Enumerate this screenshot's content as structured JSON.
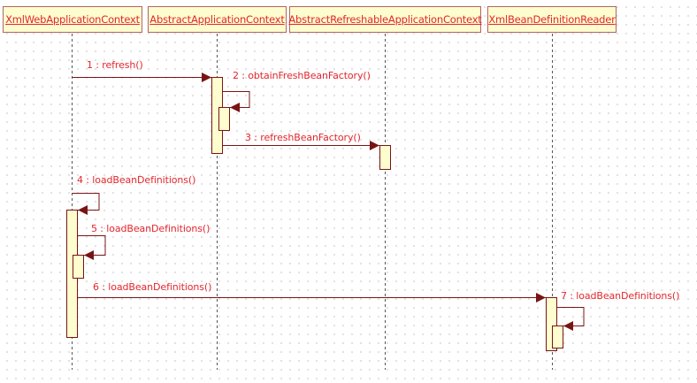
{
  "colors": {
    "label_text": "#e3262c",
    "participant_fill": "#fefdcf",
    "participant_border": "#b26565",
    "arrow": "#7a1414",
    "activation_fill": "#fefdcf",
    "lifeline": "#555555"
  },
  "participants": [
    {
      "name": "XmlWebApplicationContext"
    },
    {
      "name": "AbstractApplicationContext"
    },
    {
      "name": "AbstractRefreshableApplicationContext"
    },
    {
      "name": "XmlBeanDefinitionReader"
    }
  ],
  "messages": [
    {
      "label": "1 : refresh()",
      "from": 0,
      "to": 1
    },
    {
      "label": "2 : obtainFreshBeanFactory()",
      "from": 1,
      "to": 1
    },
    {
      "label": "3 : refreshBeanFactory()",
      "from": 1,
      "to": 2
    },
    {
      "label": "4 : loadBeanDefinitions()",
      "from": 0,
      "to": 0
    },
    {
      "label": "5 : loadBeanDefinitions()",
      "from": 0,
      "to": 0
    },
    {
      "label": "6 : loadBeanDefinitions()",
      "from": 0,
      "to": 3
    },
    {
      "label": "7 : loadBeanDefinitions()",
      "from": 3,
      "to": 3
    }
  ]
}
